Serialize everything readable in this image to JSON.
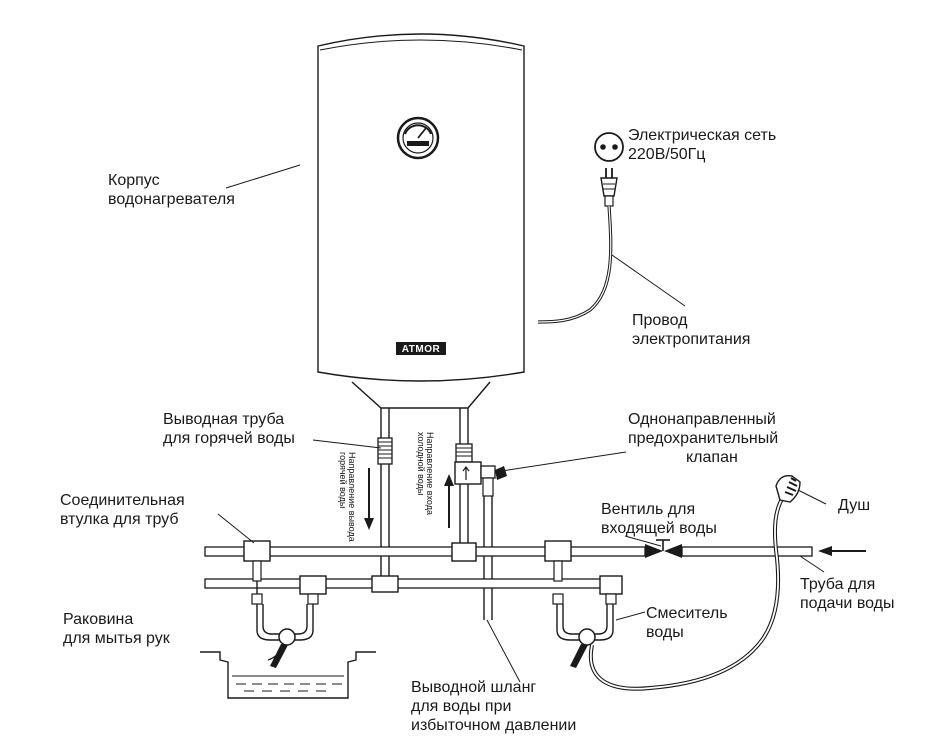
{
  "labels": {
    "body": [
      "Корпус",
      "водонагревателя"
    ],
    "mains": [
      "Электрическая сеть",
      "220В/50Гц"
    ],
    "cord": [
      "Провод",
      "электропитания"
    ],
    "hot_pipe": [
      "Выводная труба",
      "для горячей воды"
    ],
    "valve": [
      "Однонаправленный",
      "предохранительный",
      "клапан"
    ],
    "coupling": [
      "Соединительная",
      "втулка для труб"
    ],
    "inlet_valve": [
      "Вентиль для",
      "входящей воды"
    ],
    "shower": [
      "Душ"
    ],
    "supply_pipe": [
      "Труба для",
      "подачи воды"
    ],
    "sink": [
      "Раковина",
      "для мытья рук"
    ],
    "mixer": [
      "Смеситель",
      "воды"
    ],
    "drain_hose": [
      "Выводной шланг",
      "для воды при",
      "избыточном давлении"
    ]
  },
  "flow_labels": {
    "hot_out": [
      "Направление вывода",
      "горячей воды"
    ],
    "cold_in": [
      "Направление входа",
      "холодной воды"
    ]
  },
  "brand": "ATMOR"
}
